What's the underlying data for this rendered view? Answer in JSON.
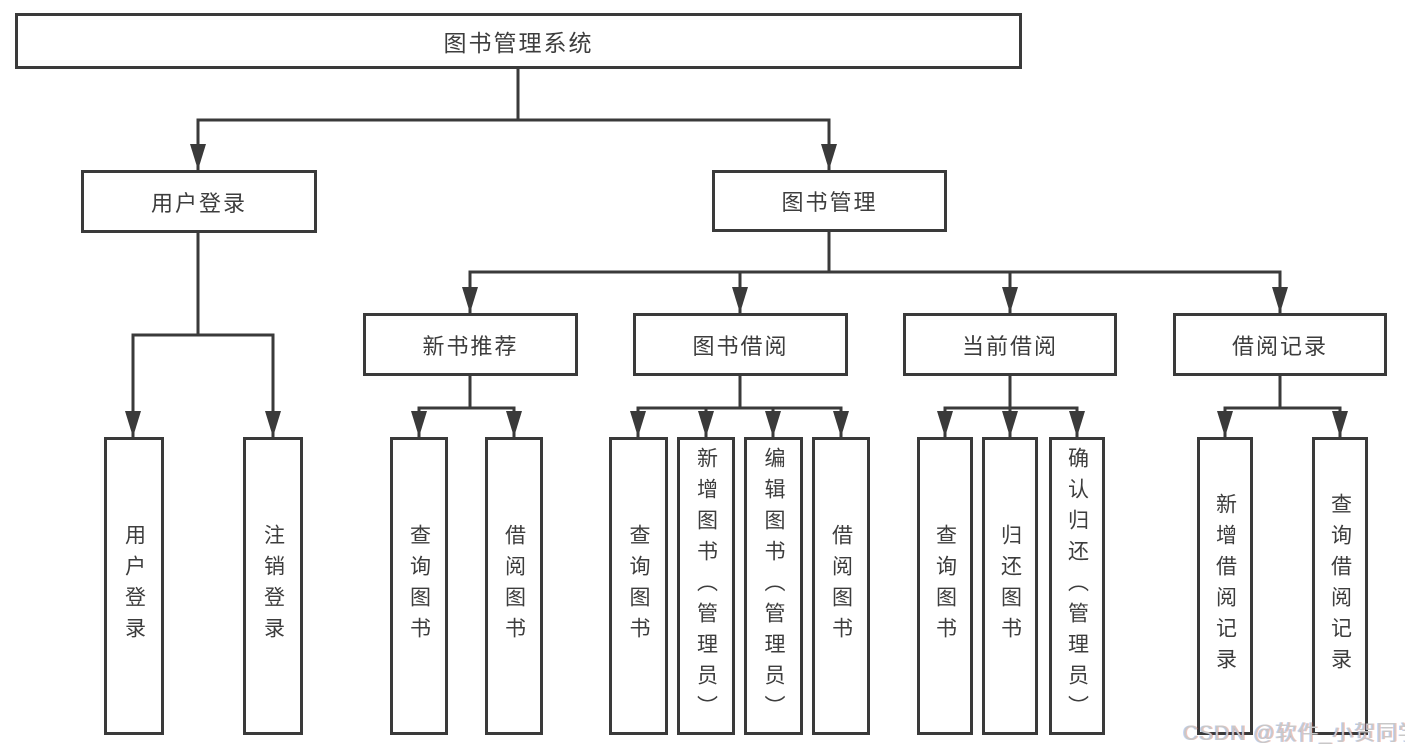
{
  "tree": {
    "root": "图书管理系统",
    "branches": [
      {
        "label": "用户登录",
        "children": [
          "用户登录",
          "注销登录"
        ]
      },
      {
        "label": "图书管理",
        "groups": [
          {
            "label": "新书推荐",
            "children": [
              "查询图书",
              "借阅图书"
            ]
          },
          {
            "label": "图书借阅",
            "children": [
              "查询图书",
              "新增图书（管理员）",
              "编辑图书（管理员）",
              "借阅图书"
            ]
          },
          {
            "label": "当前借阅",
            "children": [
              "查询图书",
              "归还图书",
              "确认归还（管理员）"
            ]
          },
          {
            "label": "借阅记录",
            "children": [
              "新增借阅记录",
              "查询借阅记录"
            ]
          }
        ]
      }
    ]
  },
  "watermark": {
    "text": "CSDN @软件_小贺同学"
  },
  "colors": {
    "line": "#3a3a3a",
    "text": "#3d3d3d",
    "background": "#ffffff",
    "watermark": "#c8c8c8"
  }
}
